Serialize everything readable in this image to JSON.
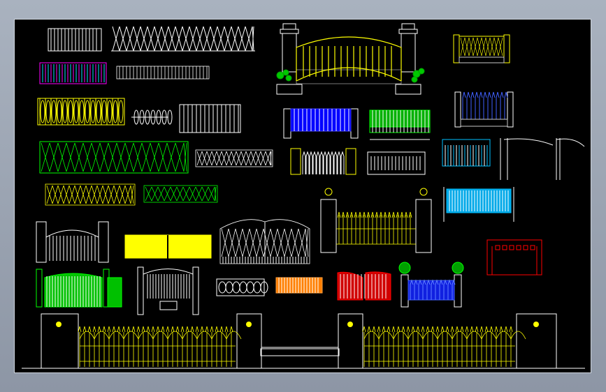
{
  "viewport": {
    "background": "#000000",
    "frame_background": "#9aa3b0"
  },
  "palette": {
    "white": "#ffffff",
    "yellow": "#ffff00",
    "green": "#00ff00",
    "blue": "#0000ff",
    "cyan": "#00bfff",
    "magenta": "#ff00ff",
    "red": "#ff0000",
    "orange": "#ff7f00",
    "brick": "#c8c8c8"
  },
  "drawing_items": [
    {
      "name": "sliding-gate-white",
      "color": "white"
    },
    {
      "name": "retractable-gate-white",
      "color": "white"
    },
    {
      "name": "main-gate-with-pillars",
      "color": "yellow"
    },
    {
      "name": "brick-pillar-fence-yellow",
      "color": "yellow"
    },
    {
      "name": "fence-magenta-cyan",
      "color": "magenta"
    },
    {
      "name": "railing-white-small",
      "color": "white"
    },
    {
      "name": "fence-yellow-ornate",
      "color": "yellow"
    },
    {
      "name": "fence-blue-with-pillars",
      "color": "blue"
    },
    {
      "name": "fence-green-panel",
      "color": "green"
    },
    {
      "name": "fence-blue-spiked",
      "color": "blue"
    },
    {
      "name": "retractable-gate-green-long",
      "color": "green"
    },
    {
      "name": "lattice-railing-white",
      "color": "white"
    },
    {
      "name": "picket-fence-white",
      "color": "white"
    },
    {
      "name": "railing-white-panel",
      "color": "white"
    },
    {
      "name": "fence-cyan-white",
      "color": "cyan"
    },
    {
      "name": "canopy-gate-white",
      "color": "white"
    },
    {
      "name": "retractable-gate-yellow",
      "color": "yellow"
    },
    {
      "name": "retractable-gate-green-short",
      "color": "green"
    },
    {
      "name": "ornate-fence-with-lamps",
      "color": "yellow"
    },
    {
      "name": "fence-cyan-panel",
      "color": "cyan"
    },
    {
      "name": "double-gate-white",
      "color": "white"
    },
    {
      "name": "sliding-gate-yellow-solid",
      "color": "yellow"
    },
    {
      "name": "arched-lattice-gate-white",
      "color": "white"
    },
    {
      "name": "red-wall-panel",
      "color": "red"
    },
    {
      "name": "double-gate-green",
      "color": "green"
    },
    {
      "name": "canopy-gate-white-2",
      "color": "white"
    },
    {
      "name": "bench-railing-white",
      "color": "white"
    },
    {
      "name": "fence-orange",
      "color": "orange"
    },
    {
      "name": "gate-red",
      "color": "red"
    },
    {
      "name": "fence-blue-with-planters",
      "color": "blue"
    },
    {
      "name": "long-ornate-fence-yellow",
      "color": "yellow"
    }
  ]
}
